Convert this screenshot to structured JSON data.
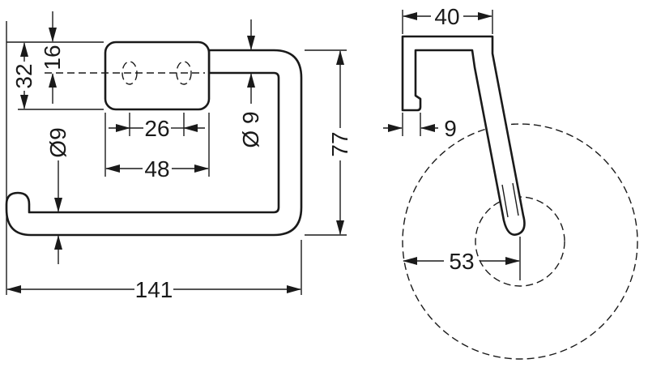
{
  "drawing_type": "product-dimension-drawing",
  "front_view": {
    "d32": "32",
    "d16": "16",
    "dia9_left": "Ø9",
    "d26": "26",
    "d48": "48",
    "dia9_right": "Ø 9",
    "d77": "77",
    "d141": "141"
  },
  "side_view": {
    "d40": "40",
    "d9": "9",
    "d53": "53"
  },
  "colors": {
    "line": "#1a1a1a",
    "background": "#ffffff"
  }
}
